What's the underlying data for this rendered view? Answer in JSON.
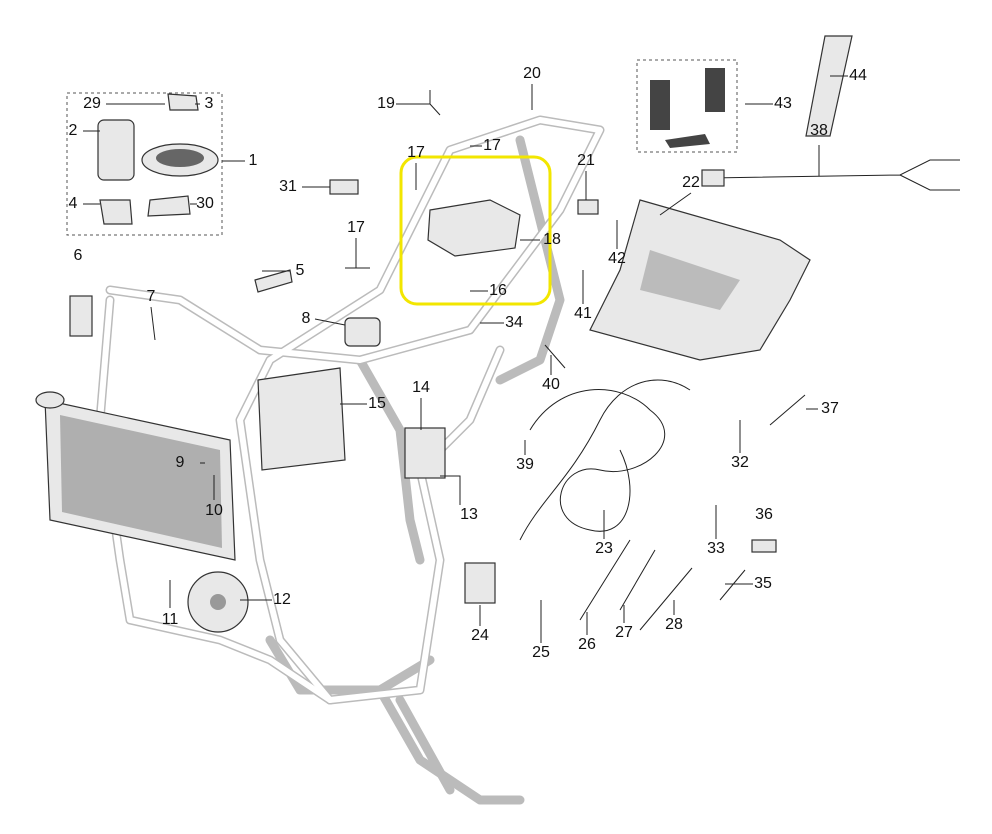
{
  "highlight_color": "#f2e600",
  "callouts": [
    {
      "id": "c1",
      "text": "1"
    },
    {
      "id": "c2",
      "text": "2"
    },
    {
      "id": "c3",
      "text": "3"
    },
    {
      "id": "c4",
      "text": "4"
    },
    {
      "id": "c5",
      "text": "5"
    },
    {
      "id": "c6",
      "text": "6"
    },
    {
      "id": "c7",
      "text": "7"
    },
    {
      "id": "c8",
      "text": "8"
    },
    {
      "id": "c9",
      "text": "9"
    },
    {
      "id": "c10",
      "text": "10"
    },
    {
      "id": "c11",
      "text": "11"
    },
    {
      "id": "c12",
      "text": "12"
    },
    {
      "id": "c13",
      "text": "13"
    },
    {
      "id": "c14",
      "text": "14"
    },
    {
      "id": "c15",
      "text": "15"
    },
    {
      "id": "c16",
      "text": "16"
    },
    {
      "id": "c17a",
      "text": "17"
    },
    {
      "id": "c17b",
      "text": "17"
    },
    {
      "id": "c17c",
      "text": "17"
    },
    {
      "id": "c18",
      "text": "18"
    },
    {
      "id": "c19",
      "text": "19"
    },
    {
      "id": "c20",
      "text": "20"
    },
    {
      "id": "c21",
      "text": "21"
    },
    {
      "id": "c22",
      "text": "22"
    },
    {
      "id": "c23",
      "text": "23"
    },
    {
      "id": "c24",
      "text": "24"
    },
    {
      "id": "c25",
      "text": "25"
    },
    {
      "id": "c26",
      "text": "26"
    },
    {
      "id": "c27",
      "text": "27"
    },
    {
      "id": "c28",
      "text": "28"
    },
    {
      "id": "c29",
      "text": "29"
    },
    {
      "id": "c30",
      "text": "30"
    },
    {
      "id": "c31",
      "text": "31"
    },
    {
      "id": "c32",
      "text": "32"
    },
    {
      "id": "c33",
      "text": "33"
    },
    {
      "id": "c34",
      "text": "34"
    },
    {
      "id": "c35",
      "text": "35"
    },
    {
      "id": "c36",
      "text": "36"
    },
    {
      "id": "c37",
      "text": "37"
    },
    {
      "id": "c38",
      "text": "38"
    },
    {
      "id": "c39",
      "text": "39"
    },
    {
      "id": "c40",
      "text": "40"
    },
    {
      "id": "c41",
      "text": "41"
    },
    {
      "id": "c42",
      "text": "42"
    },
    {
      "id": "c43",
      "text": "43"
    },
    {
      "id": "c44",
      "text": "44"
    }
  ]
}
